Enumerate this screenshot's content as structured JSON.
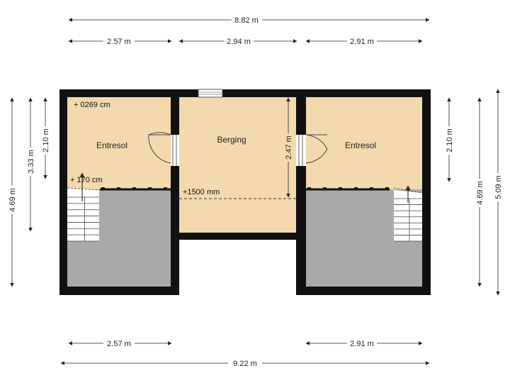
{
  "floorplan": {
    "rooms": {
      "left_name": "Entresol",
      "center_name": "Berging",
      "right_name": "Entresol"
    },
    "levels": {
      "top_left": "+ 0269 cm",
      "mid_left": "+ 170 cm",
      "center": "+1500 mm"
    },
    "dimensions": {
      "top_total": "8.82 m",
      "top_left": "2.57 m",
      "top_center": "2.94 m",
      "top_right": "2.91 m",
      "bottom_left": "2.57 m",
      "bottom_right": "2.91 m",
      "bottom_total": "9.22 m",
      "left_outer": "4.69 m",
      "left_middle": "3.33 m",
      "left_inner": "2.10 m",
      "center_inner": "2.47 m",
      "right_inner": "2.10 m",
      "right_middle": "4.69 m",
      "right_outer": "5.09 m"
    },
    "colors": {
      "wall": "#111111",
      "floor_beige": "#f3d9ad",
      "floor_grey": "#a9a9a9",
      "stair": "#ffffff",
      "dim_line": "#222222"
    }
  }
}
